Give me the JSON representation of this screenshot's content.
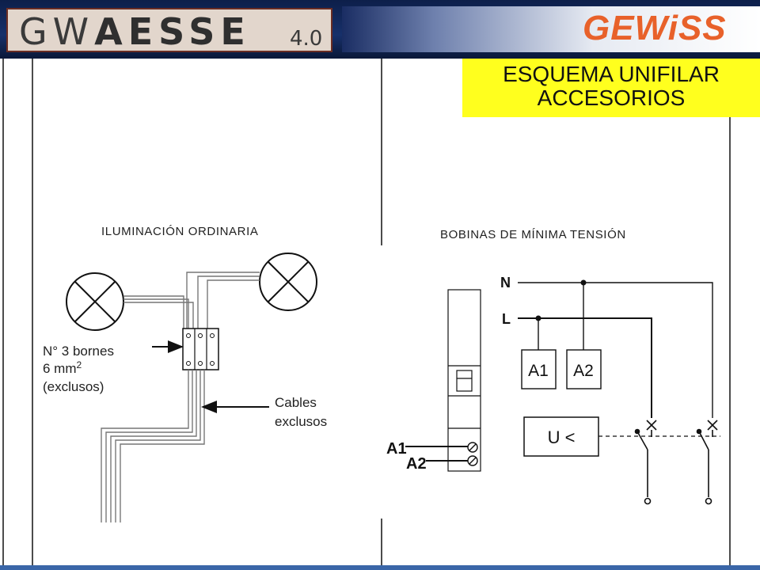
{
  "header": {
    "brand_light": "GW",
    "brand_bold": "AESSE",
    "version": "4.0",
    "logo": "GEWiSS"
  },
  "title": {
    "line1": "ESQUEMA UNIFILAR",
    "line2": "ACCESORIOS"
  },
  "left_diagram": {
    "heading": "ILUMINACIÓN ORDINARIA",
    "terminals_label_1": "N° 3 bornes",
    "terminals_label_2": "6 mm",
    "terminals_label_sup": "2",
    "terminals_label_3": "(exclusos)",
    "cables_label_1": "Cables",
    "cables_label_2": "exclusos"
  },
  "right_diagram": {
    "heading": "BOBINAS DE MÍNIMA TENSIÓN",
    "neutral_label": "N",
    "line_label": "L",
    "coil_terminal_1": "A1",
    "coil_terminal_2": "A2",
    "relay_label": "U <",
    "device_terminal_1": "A1",
    "device_terminal_2": "A2"
  },
  "colors": {
    "header_navy": "#17306a",
    "title_yellow": "#ffff1e",
    "logo_orange": "#e8612a",
    "bottom_bar": "#3a66a8"
  }
}
